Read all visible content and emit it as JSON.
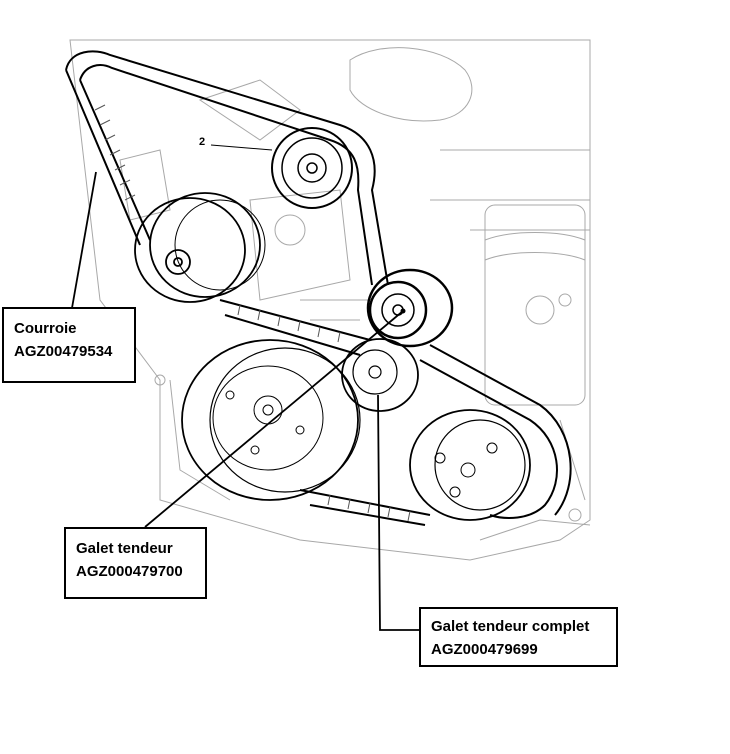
{
  "labels": {
    "courroie": {
      "name": "Courroie",
      "ref": "AGZ00479534"
    },
    "galet_tendeur": {
      "name": "Galet tendeur",
      "ref": "AGZ000479700"
    },
    "galet_tendeur_complet": {
      "name": "Galet tendeur complet",
      "ref": "AGZ000479699"
    }
  },
  "part_number": "2",
  "colors": {
    "line": "#000000",
    "sketch": "#9a9a9a",
    "background": "#ffffff"
  }
}
